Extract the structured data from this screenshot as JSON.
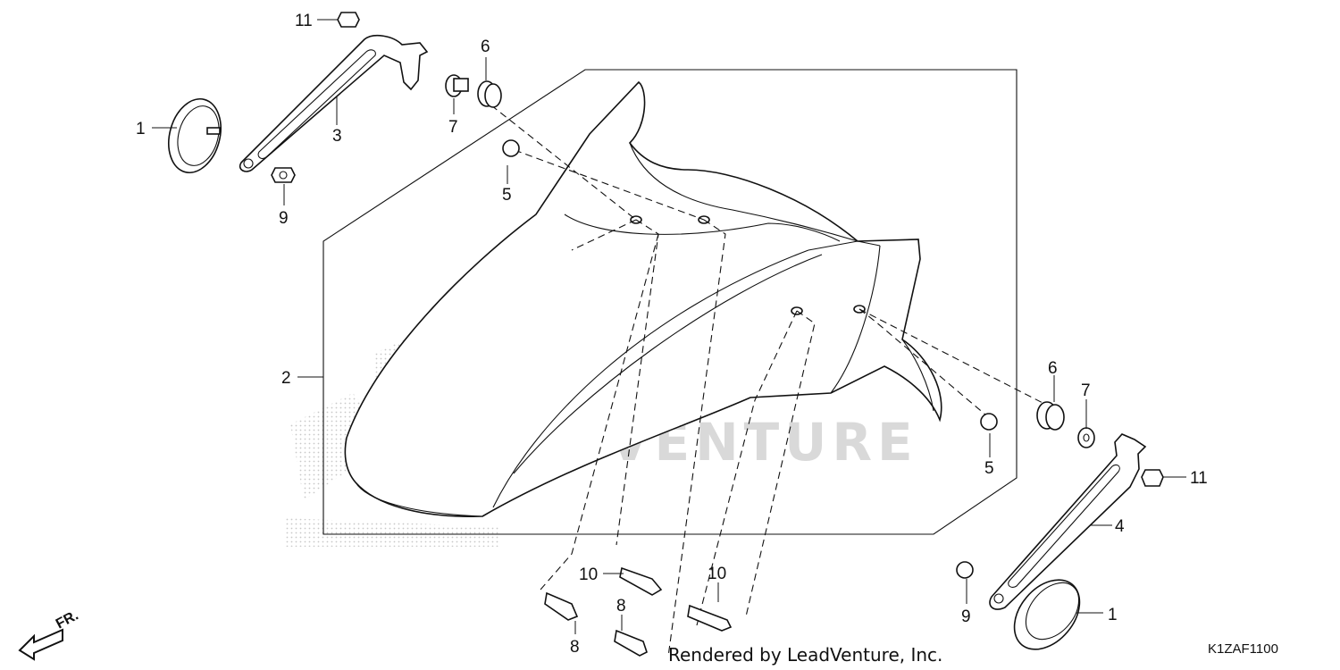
{
  "callouts": [
    {
      "id": "c1a",
      "label": "1"
    },
    {
      "id": "c1b",
      "label": "1"
    },
    {
      "id": "c2",
      "label": "2"
    },
    {
      "id": "c3",
      "label": "3"
    },
    {
      "id": "c4",
      "label": "4"
    },
    {
      "id": "c5a",
      "label": "5"
    },
    {
      "id": "c5b",
      "label": "5"
    },
    {
      "id": "c6a",
      "label": "6"
    },
    {
      "id": "c6b",
      "label": "6"
    },
    {
      "id": "c7a",
      "label": "7"
    },
    {
      "id": "c7b",
      "label": "7"
    },
    {
      "id": "c8a",
      "label": "8"
    },
    {
      "id": "c8b",
      "label": "8"
    },
    {
      "id": "c9a",
      "label": "9"
    },
    {
      "id": "c9b",
      "label": "9"
    },
    {
      "id": "c10a",
      "label": "10"
    },
    {
      "id": "c10b",
      "label": "10"
    },
    {
      "id": "c11a",
      "label": "11"
    },
    {
      "id": "c11b",
      "label": "11"
    }
  ],
  "watermark": "LEADVENTURE",
  "footer": "Rendered by LeadVenture, Inc.",
  "diagram_code": "K1ZAF1100",
  "direction_label": "FR.",
  "colors": {
    "line": "#111111",
    "watermark": "#d9d9d9",
    "stipple": "#c8c8c8"
  }
}
